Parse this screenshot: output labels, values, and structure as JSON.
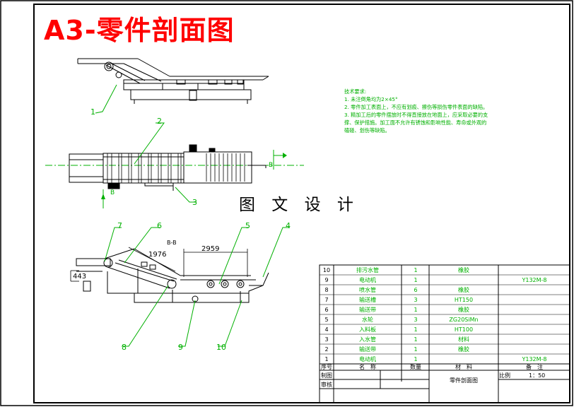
{
  "title": "A3-零件剖面图",
  "watermark": "图 文 设 计",
  "tech_requirements": {
    "heading": "技术要求:",
    "lines": [
      "1. 未注倒角均为2×45°",
      "2. 零件加工表面上，不应有划痕、擦伤等损伤零件表面的缺陷。",
      "3. 精加工后的零件摆放时不得直接放在地面上，应采取必要的支",
      "撑、保护措施。加工面不允许有锈蚀和影响性能、寿命或外观的",
      "磕碰、划伤等缺陷。"
    ]
  },
  "callouts": [
    "1",
    "2",
    "3",
    "4",
    "5",
    "6",
    "7",
    "8",
    "9",
    "10"
  ],
  "section_labels": {
    "b_left": "B",
    "b_right": "B",
    "section": "B-B"
  },
  "dimensions": {
    "d1": "1976",
    "d2": "2959",
    "d3": "443"
  },
  "bom": {
    "headers": {
      "no": "序号",
      "name": "名　称",
      "qty": "数量",
      "material": "材　料",
      "note": "备　注"
    },
    "rows": [
      {
        "no": "10",
        "name": "排污水管",
        "qty": "1",
        "material": "橡胶",
        "note": ""
      },
      {
        "no": "9",
        "name": "电动机",
        "qty": "1",
        "material": "",
        "note": "Y132M-8"
      },
      {
        "no": "8",
        "name": "喷水管",
        "qty": "6",
        "material": "橡胶",
        "note": ""
      },
      {
        "no": "7",
        "name": "输送槽",
        "qty": "3",
        "material": "HT150",
        "note": ""
      },
      {
        "no": "6",
        "name": "输送带",
        "qty": "1",
        "material": "橡胶",
        "note": ""
      },
      {
        "no": "5",
        "name": "水轮",
        "qty": "3",
        "material": "ZG20SiMn",
        "note": ""
      },
      {
        "no": "4",
        "name": "入料板",
        "qty": "1",
        "material": "HT100",
        "note": ""
      },
      {
        "no": "3",
        "name": "入水管",
        "qty": "1",
        "material": "材料",
        "note": ""
      },
      {
        "no": "2",
        "name": "输送带",
        "qty": "1",
        "material": "橡胶",
        "note": ""
      },
      {
        "no": "1",
        "name": "电动机",
        "qty": "1",
        "material": "",
        "note": "Y132M-8"
      }
    ]
  },
  "title_block": {
    "drawn": "制图",
    "checked": "审核",
    "drawing_name": "零件剖面图",
    "scale_label": "比例",
    "scale_value": "1：50"
  },
  "colors": {
    "frame": "#000000",
    "part": "#000000",
    "leader": "#00b000",
    "centerline": "#00b000",
    "title": "#ff0000",
    "table_text": "#00b000"
  }
}
